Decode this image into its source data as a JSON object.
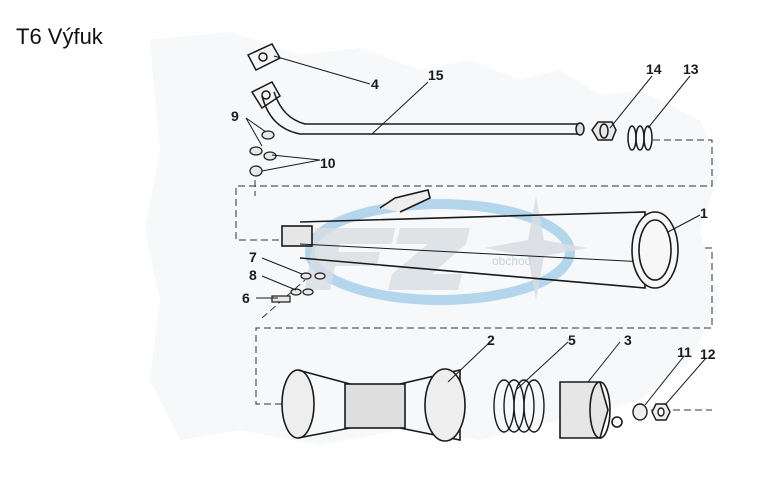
{
  "title": "T6 Výfuk",
  "watermark_text": "obchod",
  "colors": {
    "ink": "#1a1a1a",
    "background": "#ffffff",
    "watermark_blue": "#9ecbe8",
    "watermark_grey": "#d8dde3"
  },
  "part_labels": [
    "1",
    "2",
    "3",
    "4",
    "5",
    "6",
    "7",
    "8",
    "9",
    "10",
    "11",
    "12",
    "13",
    "14",
    "15"
  ]
}
